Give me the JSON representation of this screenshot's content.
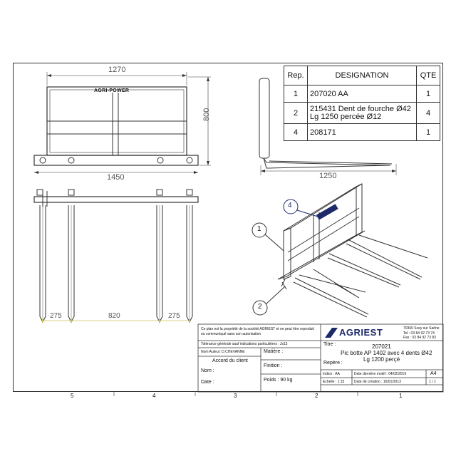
{
  "dims": {
    "front_width": "1270",
    "front_height": "800",
    "base_width": "1450",
    "side_length": "1250",
    "spacing_left": "275",
    "spacing_mid": "820",
    "spacing_right": "275"
  },
  "brand_on_frame": "AGRI-POWER",
  "bom": {
    "headers": {
      "rep": "Rep.",
      "designation": "DESIGNATION",
      "qte": "QTE"
    },
    "rows": [
      {
        "rep": "1",
        "designation": "207020 AA",
        "qte": "1"
      },
      {
        "rep": "2",
        "designation": "215431 Dent de fourche Ø42",
        "designation2": "Lg 1250 percée Ø12",
        "qte": "4"
      },
      {
        "rep": "4",
        "designation": "208171",
        "qte": "1"
      }
    ]
  },
  "balloons": [
    "4",
    "1",
    "2"
  ],
  "title_block": {
    "notice1": "Ce plan est la propriété de la société AGRIEST et ne peut être reproduit",
    "notice2": "ou communiqué sans son autorisation",
    "tolerance": "Tolérance générale sauf indications particulières : Js13",
    "author": "Nom Auteur: D.CHEVANNE",
    "accord": "Accord du client",
    "nom_label": "Nom :",
    "date_label": "Date :",
    "matiere": "Matière :",
    "finition": "Finition :",
    "poids": "Poids : 90 kg",
    "company": "AGRIEST",
    "address1": "70360 Scey sur Saône",
    "address2": "Tel : 03 84 92 73 74",
    "address3": "Fax : 03 84 92 73 83",
    "titre_label": "Titre :",
    "titre_code": "207021",
    "titre_line1": "Pic botte AP 1402 avec 4 dents Ø42",
    "titre_line2": "Lg 1200 perçé",
    "repere_label": "Repère :",
    "indice": "Indice : AA",
    "last_modified": "Date dernière modif : 04/02/2019",
    "format": "A4",
    "echelle": "Echelle : 1:15",
    "creation": "Date de création : 16/01/2013",
    "page": "1 / 1"
  },
  "grid_numbers": [
    "5",
    "4",
    "3",
    "2",
    "1"
  ]
}
